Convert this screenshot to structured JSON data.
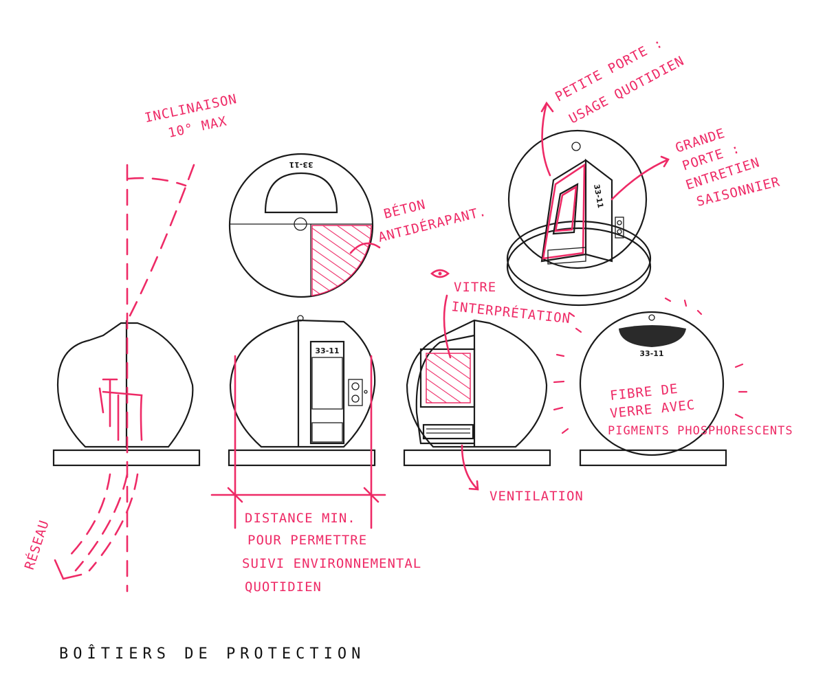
{
  "title": "BOÎTIERS DE PROTECTION",
  "brand_label": "33-11",
  "colors": {
    "annotation": "#ee2a66",
    "ink": "#1a1a1a",
    "background": "#ffffff"
  },
  "annotations": {
    "inclinaison_1": "INCLINAISON",
    "inclinaison_2": "10° MAX",
    "reseau": "RÉSEAU",
    "beton_1": "BÉTON",
    "beton_2": "ANTIDÉRAPANT.",
    "petite_porte_1": "PETITE PORTE :",
    "petite_porte_2": "USAGE QUOTIDIEN",
    "grande_porte_1": "GRANDE",
    "grande_porte_2": "PORTE :",
    "grande_porte_3": "ENTRETIEN",
    "grande_porte_4": "SAISONNIER",
    "vitre_1": "VITRE",
    "vitre_2": "INTERPRÉTATION",
    "fibre_1": "FIBRE DE",
    "fibre_2": "VERRE AVEC",
    "fibre_3": "PIGMENTS PHOSPHORESCENTS",
    "distance_1": "DISTANCE MIN.",
    "distance_2": "POUR PERMETTRE",
    "distance_3": "SUIVI ENVIRONNEMENTAL",
    "distance_4": "QUOTIDIEN",
    "ventilation": "VENTILATION"
  }
}
